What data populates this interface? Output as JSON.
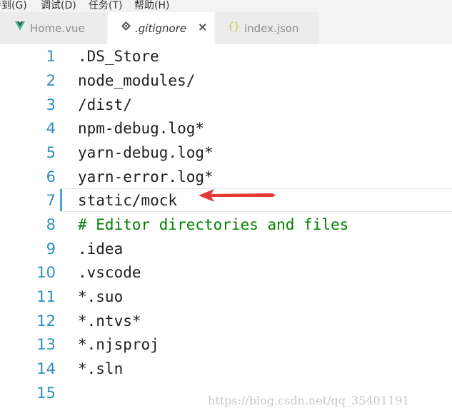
{
  "menu": {
    "items": [
      "转到(G)",
      "调试(D)",
      "任务(T)",
      "帮助(H)"
    ]
  },
  "tabs": [
    {
      "label": "Home.vue",
      "icon": "vue-icon",
      "active": false
    },
    {
      "label": ".gitignore",
      "icon": "gitignore-icon",
      "active": true,
      "close": "×"
    },
    {
      "label": "index.json",
      "icon": "json-braces-icon",
      "icon_glyph": "{}",
      "active": false
    }
  ],
  "editor": {
    "lines": [
      {
        "number": "1",
        "text": ".DS_Store"
      },
      {
        "number": "2",
        "text": "node_modules/"
      },
      {
        "number": "3",
        "text": "/dist/"
      },
      {
        "number": "4",
        "text": "npm-debug.log*"
      },
      {
        "number": "5",
        "text": "yarn-debug.log*"
      },
      {
        "number": "6",
        "text": "yarn-error.log*"
      },
      {
        "number": "7",
        "text": "static/mock"
      },
      {
        "number": "8",
        "text": "# Editor directories and files"
      },
      {
        "number": "9",
        "text": ".idea"
      },
      {
        "number": "10",
        "text": ".vscode"
      },
      {
        "number": "11",
        "text": "*.suo"
      },
      {
        "number": "12",
        "text": "*.ntvs*"
      },
      {
        "number": "13",
        "text": "*.njsproj"
      },
      {
        "number": "14",
        "text": "*.sln"
      },
      {
        "number": "15",
        "text": ""
      }
    ],
    "current_line": "7"
  },
  "annotation": {
    "arrow_color": "#e53935"
  },
  "watermark": "https://blog.csdn.net/qq_35401191",
  "colors": {
    "line_number": "#2f8eb8",
    "comment": "#008000",
    "vue_icon": "#41b883",
    "json_icon": "#cbcb41"
  }
}
